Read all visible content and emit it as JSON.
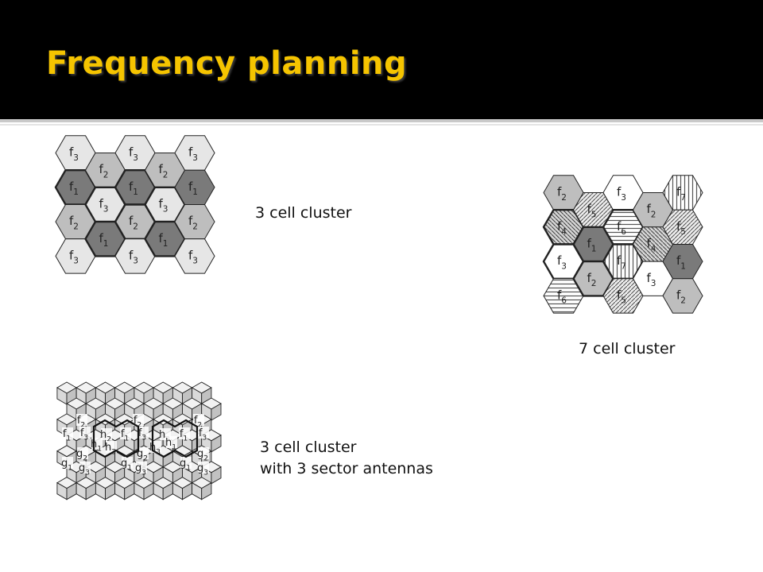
{
  "slide": {
    "title": "Frequency planning"
  },
  "colors": {
    "header_bg": "#000000",
    "title": "#f5c400",
    "dark": "#7a7a7a",
    "mid": "#bebebe",
    "light": "#e6e6e6",
    "white": "#ffffff"
  },
  "diagrams": {
    "three_cell": {
      "caption": "3 cell cluster",
      "cells": [
        {
          "col": 0,
          "row": 0,
          "sub": "3"
        },
        {
          "col": 0,
          "row": 1,
          "sub": "1"
        },
        {
          "col": 0,
          "row": 2,
          "sub": "2"
        },
        {
          "col": 0,
          "row": 3,
          "sub": "3"
        },
        {
          "col": 1,
          "row": 0,
          "sub": "2"
        },
        {
          "col": 1,
          "row": 1,
          "sub": "3"
        },
        {
          "col": 1,
          "row": 2,
          "sub": "1"
        },
        {
          "col": 2,
          "row": 0,
          "sub": "3"
        },
        {
          "col": 2,
          "row": 1,
          "sub": "1"
        },
        {
          "col": 2,
          "row": 2,
          "sub": "2"
        },
        {
          "col": 2,
          "row": 3,
          "sub": "3"
        },
        {
          "col": 3,
          "row": 0,
          "sub": "2"
        },
        {
          "col": 3,
          "row": 1,
          "sub": "3"
        },
        {
          "col": 3,
          "row": 2,
          "sub": "1"
        },
        {
          "col": 4,
          "row": 0,
          "sub": "3"
        },
        {
          "col": 4,
          "row": 1,
          "sub": "1"
        },
        {
          "col": 4,
          "row": 2,
          "sub": "2"
        },
        {
          "col": 4,
          "row": 3,
          "sub": "3"
        }
      ]
    },
    "seven_cell": {
      "caption": "7 cell cluster",
      "cells": [
        {
          "col": 0,
          "row": 0,
          "sub": "2"
        },
        {
          "col": 0,
          "row": 1,
          "sub": "4"
        },
        {
          "col": 0,
          "row": 2,
          "sub": "3"
        },
        {
          "col": 0,
          "row": 3,
          "sub": "6"
        },
        {
          "col": 1,
          "row": 0,
          "sub": "5"
        },
        {
          "col": 1,
          "row": 1,
          "sub": "1"
        },
        {
          "col": 1,
          "row": 2,
          "sub": "2"
        },
        {
          "col": 2,
          "row": 0,
          "sub": "3"
        },
        {
          "col": 2,
          "row": 1,
          "sub": "6"
        },
        {
          "col": 2,
          "row": 2,
          "sub": "7"
        },
        {
          "col": 2,
          "row": 3,
          "sub": "5"
        },
        {
          "col": 3,
          "row": 0,
          "sub": "2"
        },
        {
          "col": 3,
          "row": 1,
          "sub": "4"
        },
        {
          "col": 3,
          "row": 2,
          "sub": "3"
        },
        {
          "col": 4,
          "row": 0,
          "sub": "7"
        },
        {
          "col": 4,
          "row": 1,
          "sub": "5"
        },
        {
          "col": 4,
          "row": 2,
          "sub": "1"
        },
        {
          "col": 4,
          "row": 3,
          "sub": "2"
        }
      ]
    },
    "sector": {
      "caption_line1": "3 cell cluster",
      "caption_line2": "with 3 sector antennas",
      "labels": [
        {
          "l": "f",
          "s": "2"
        },
        {
          "l": "f",
          "s": "1"
        },
        {
          "l": "f",
          "s": "3"
        },
        {
          "l": "h",
          "s": "2"
        },
        {
          "l": "h",
          "s": "1"
        },
        {
          "l": "h",
          "s": "3"
        },
        {
          "l": "g",
          "s": "1"
        },
        {
          "l": "g",
          "s": "2"
        },
        {
          "l": "g",
          "s": "3"
        }
      ]
    }
  }
}
